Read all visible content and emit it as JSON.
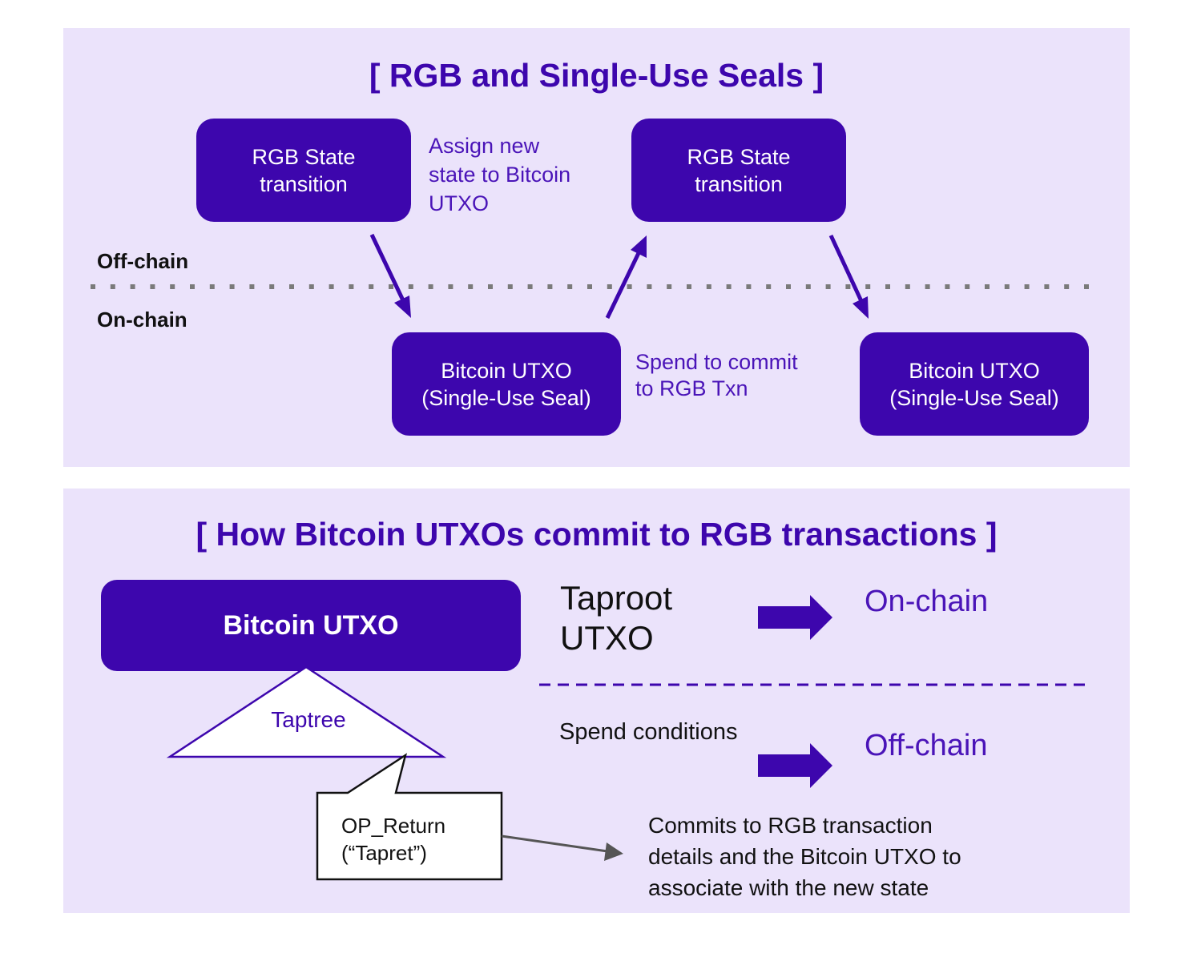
{
  "colors": {
    "panel_bg": "#ebe3fb",
    "accent": "#3d06ad",
    "divider_dots": "#7a7a7a",
    "callout_arrow": "#555555"
  },
  "panel1": {
    "title": "[ RGB and Single-Use Seals ]",
    "state_transition_1": "RGB State\ntransition",
    "state_transition_2": "RGB State\ntransition",
    "utxo_seal_1": "Bitcoin UTXO\n(Single-Use Seal)",
    "utxo_seal_2": "Bitcoin UTXO\n(Single-Use Seal)",
    "note_assign": "Assign new\nstate to Bitcoin\nUTXO",
    "note_spend": "Spend to commit\nto RGB Txn",
    "label_offchain": "Off-chain",
    "label_onchain": "On-chain"
  },
  "panel2": {
    "title": "[ How Bitcoin UTXOs commit to RGB transactions ]",
    "utxo_box": "Bitcoin UTXO",
    "taptree": "Taptree",
    "callout_line1": "OP_Return",
    "callout_line2": "(“Tapret”)",
    "taproot_utxo": "Taproot\nUTXO",
    "onchain": "On-chain",
    "spend_conditions": "Spend conditions",
    "offchain": "Off-chain",
    "commit_note": "Commits to RGB transaction\ndetails and the Bitcoin UTXO to\nassociate with the new state"
  }
}
